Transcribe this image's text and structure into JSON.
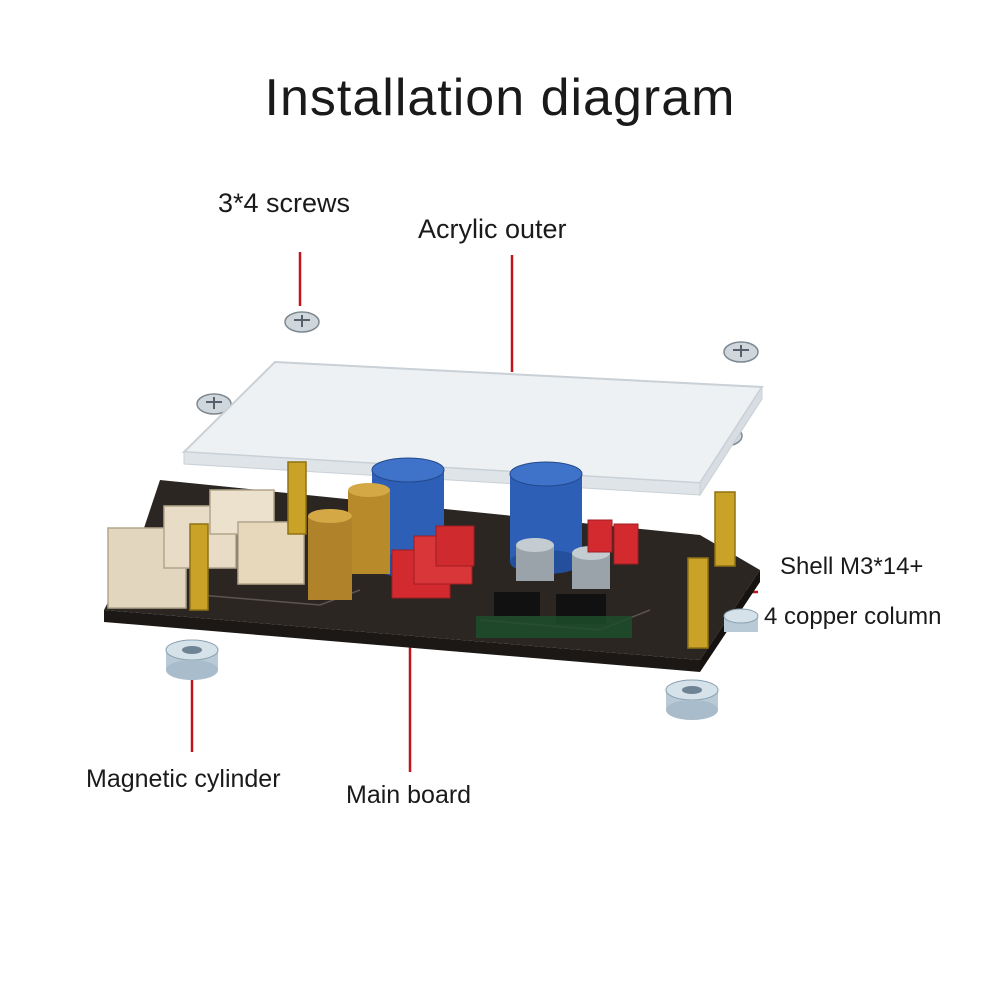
{
  "title": "Installation diagram",
  "labels": {
    "screws": "3*4 screws",
    "acrylic": "Acrylic outer",
    "shell_line1": "Shell M3*14+",
    "shell_line2": "4 copper column",
    "magnetic": "Magnetic cylinder",
    "main_board": "Main board"
  },
  "colors": {
    "leader_line": "#c0151b",
    "pcb": "#2b2622",
    "acrylic": "#eef1f3",
    "brass": "#c9a227",
    "capacitor_blue": "#2d5fb6",
    "capacitor_gold": "#b88a2a",
    "relay_red": "#d22a2e",
    "connector": "#e3d6bf",
    "magnet": "#c8d7e2"
  }
}
